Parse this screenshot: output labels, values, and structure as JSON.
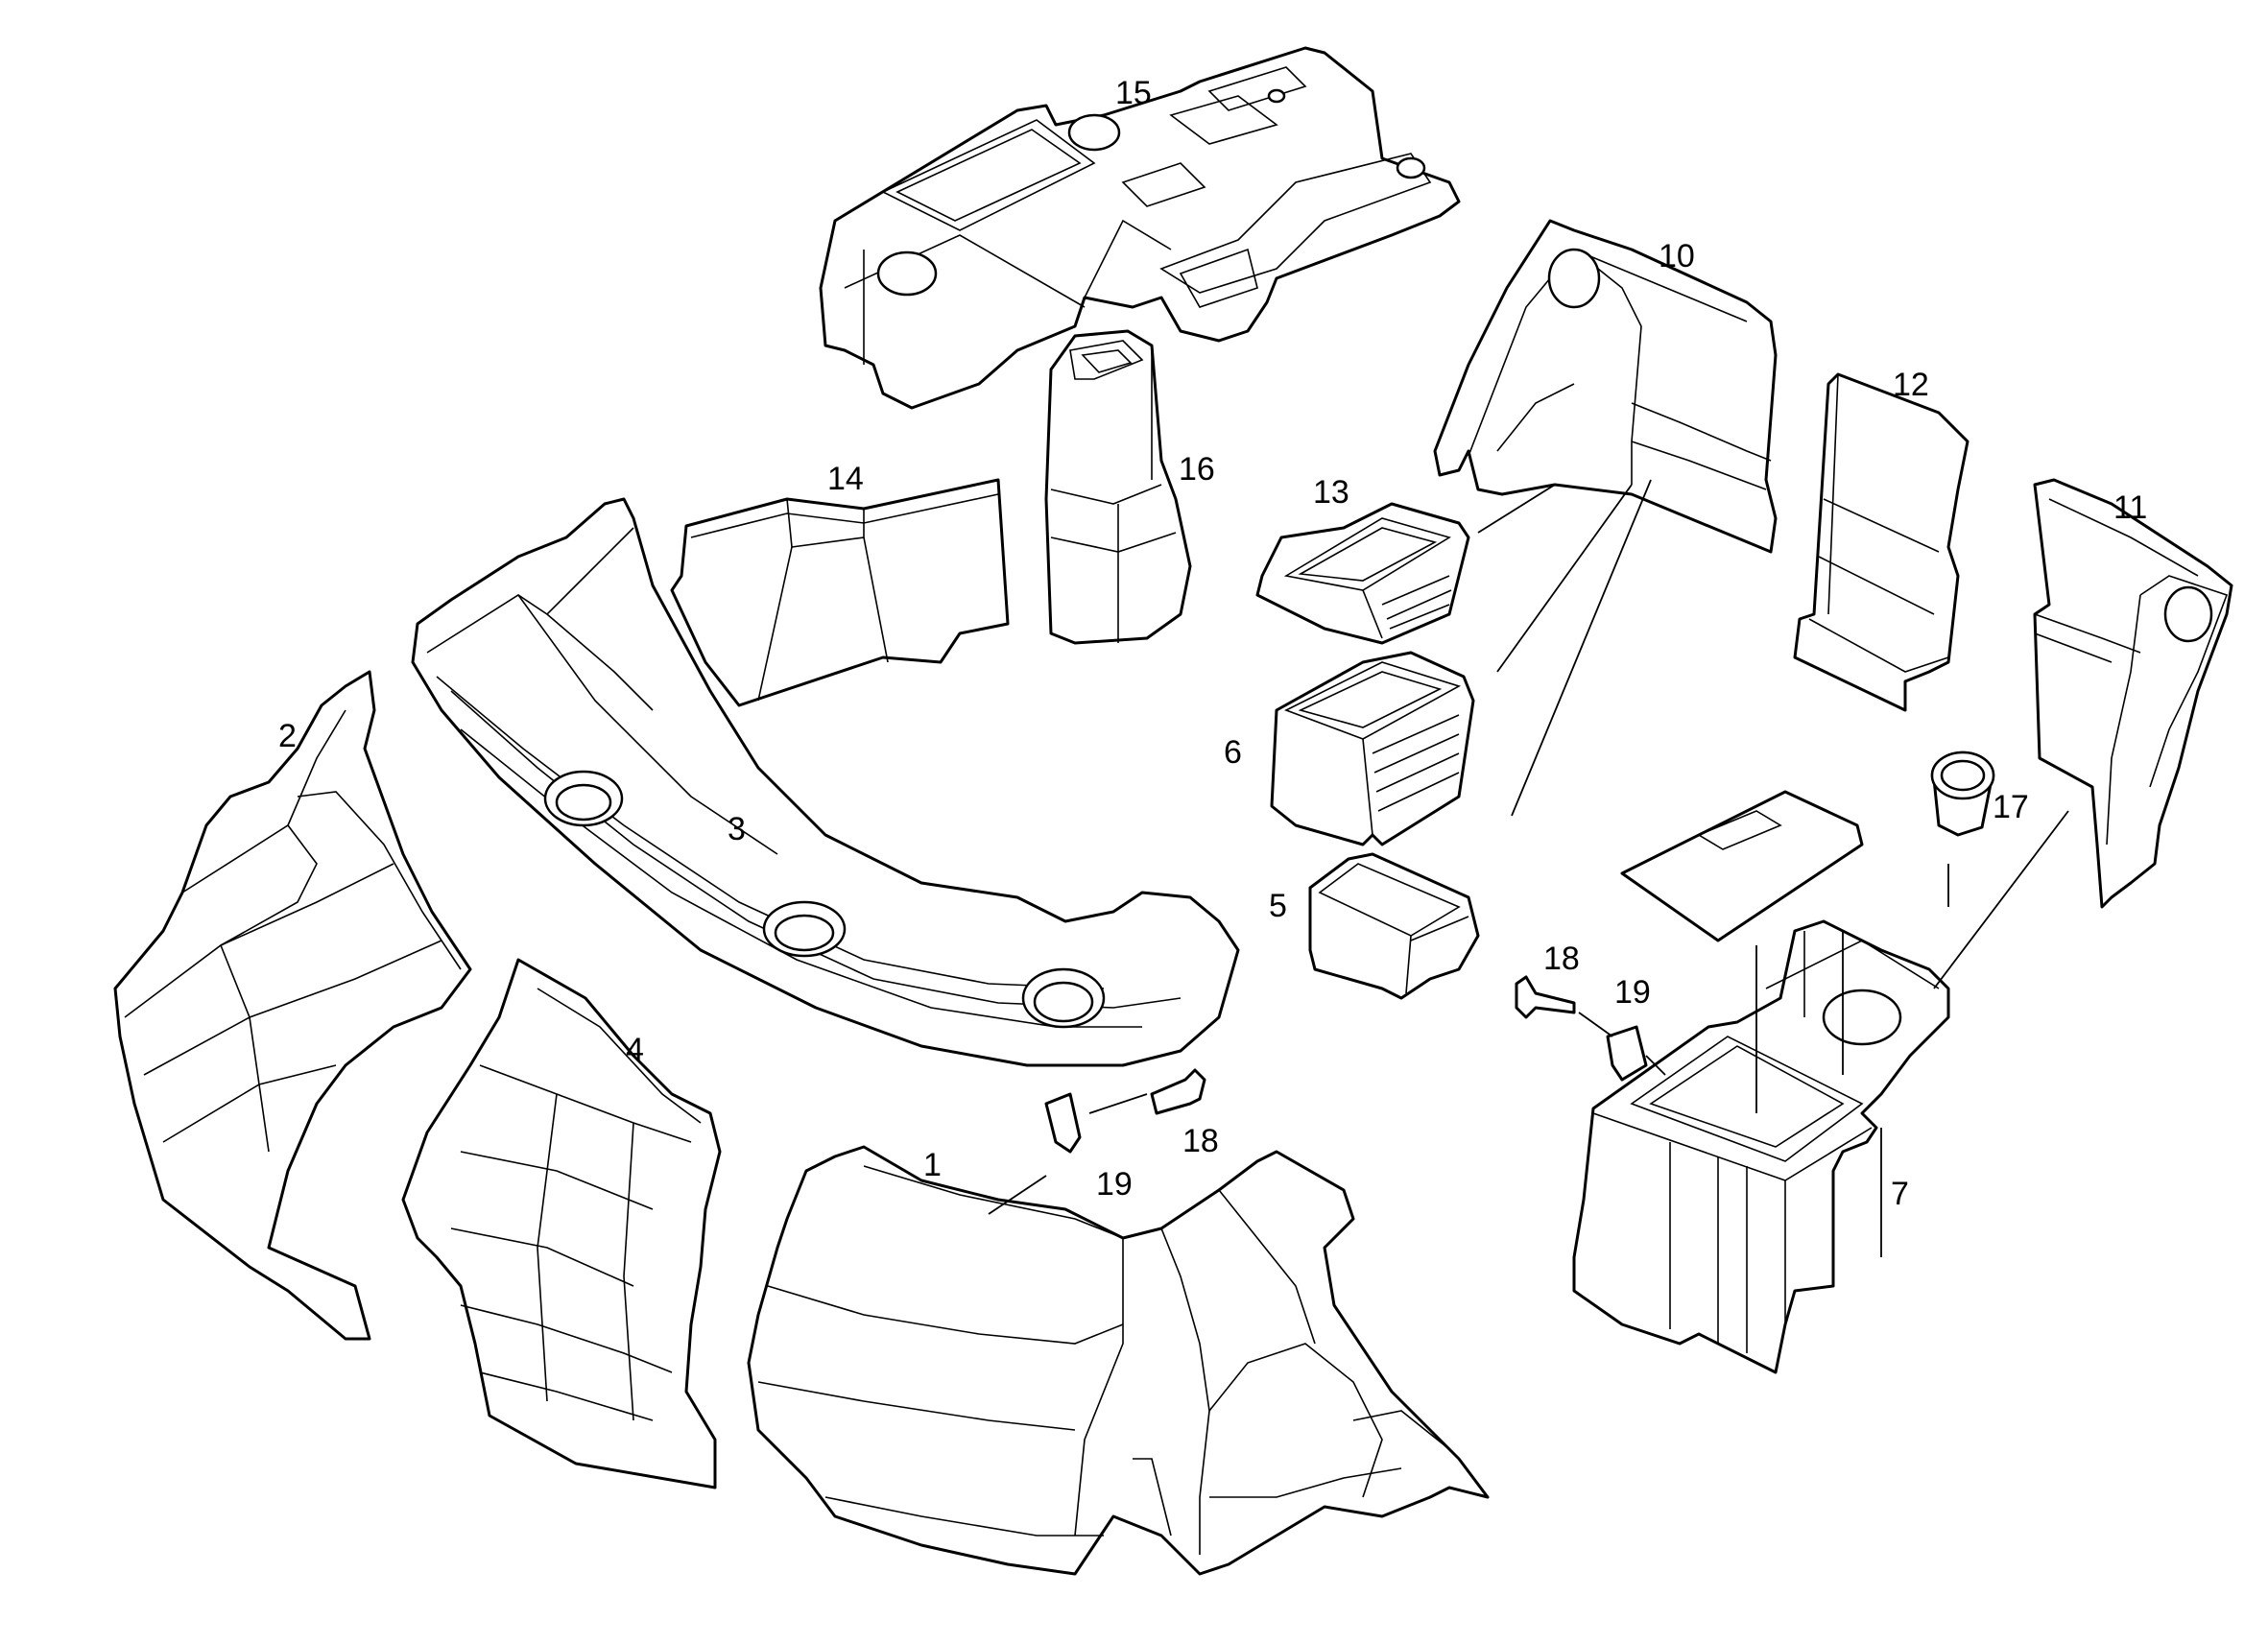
{
  "diagram": {
    "type": "exploded parts diagram",
    "stroke_color": "#000000",
    "background_color": "#ffffff",
    "callouts": {
      "p1": "1",
      "p2": "2",
      "p3": "3",
      "p4": "4",
      "p5": "5",
      "p6": "6",
      "p7": "7",
      "p10": "10",
      "p11": "11",
      "p12": "12",
      "p13": "13",
      "p14": "14",
      "p15": "15",
      "p16": "16",
      "p17": "17",
      "p18a": "18",
      "p18b": "18",
      "p19a": "19",
      "p19b": "19"
    }
  }
}
